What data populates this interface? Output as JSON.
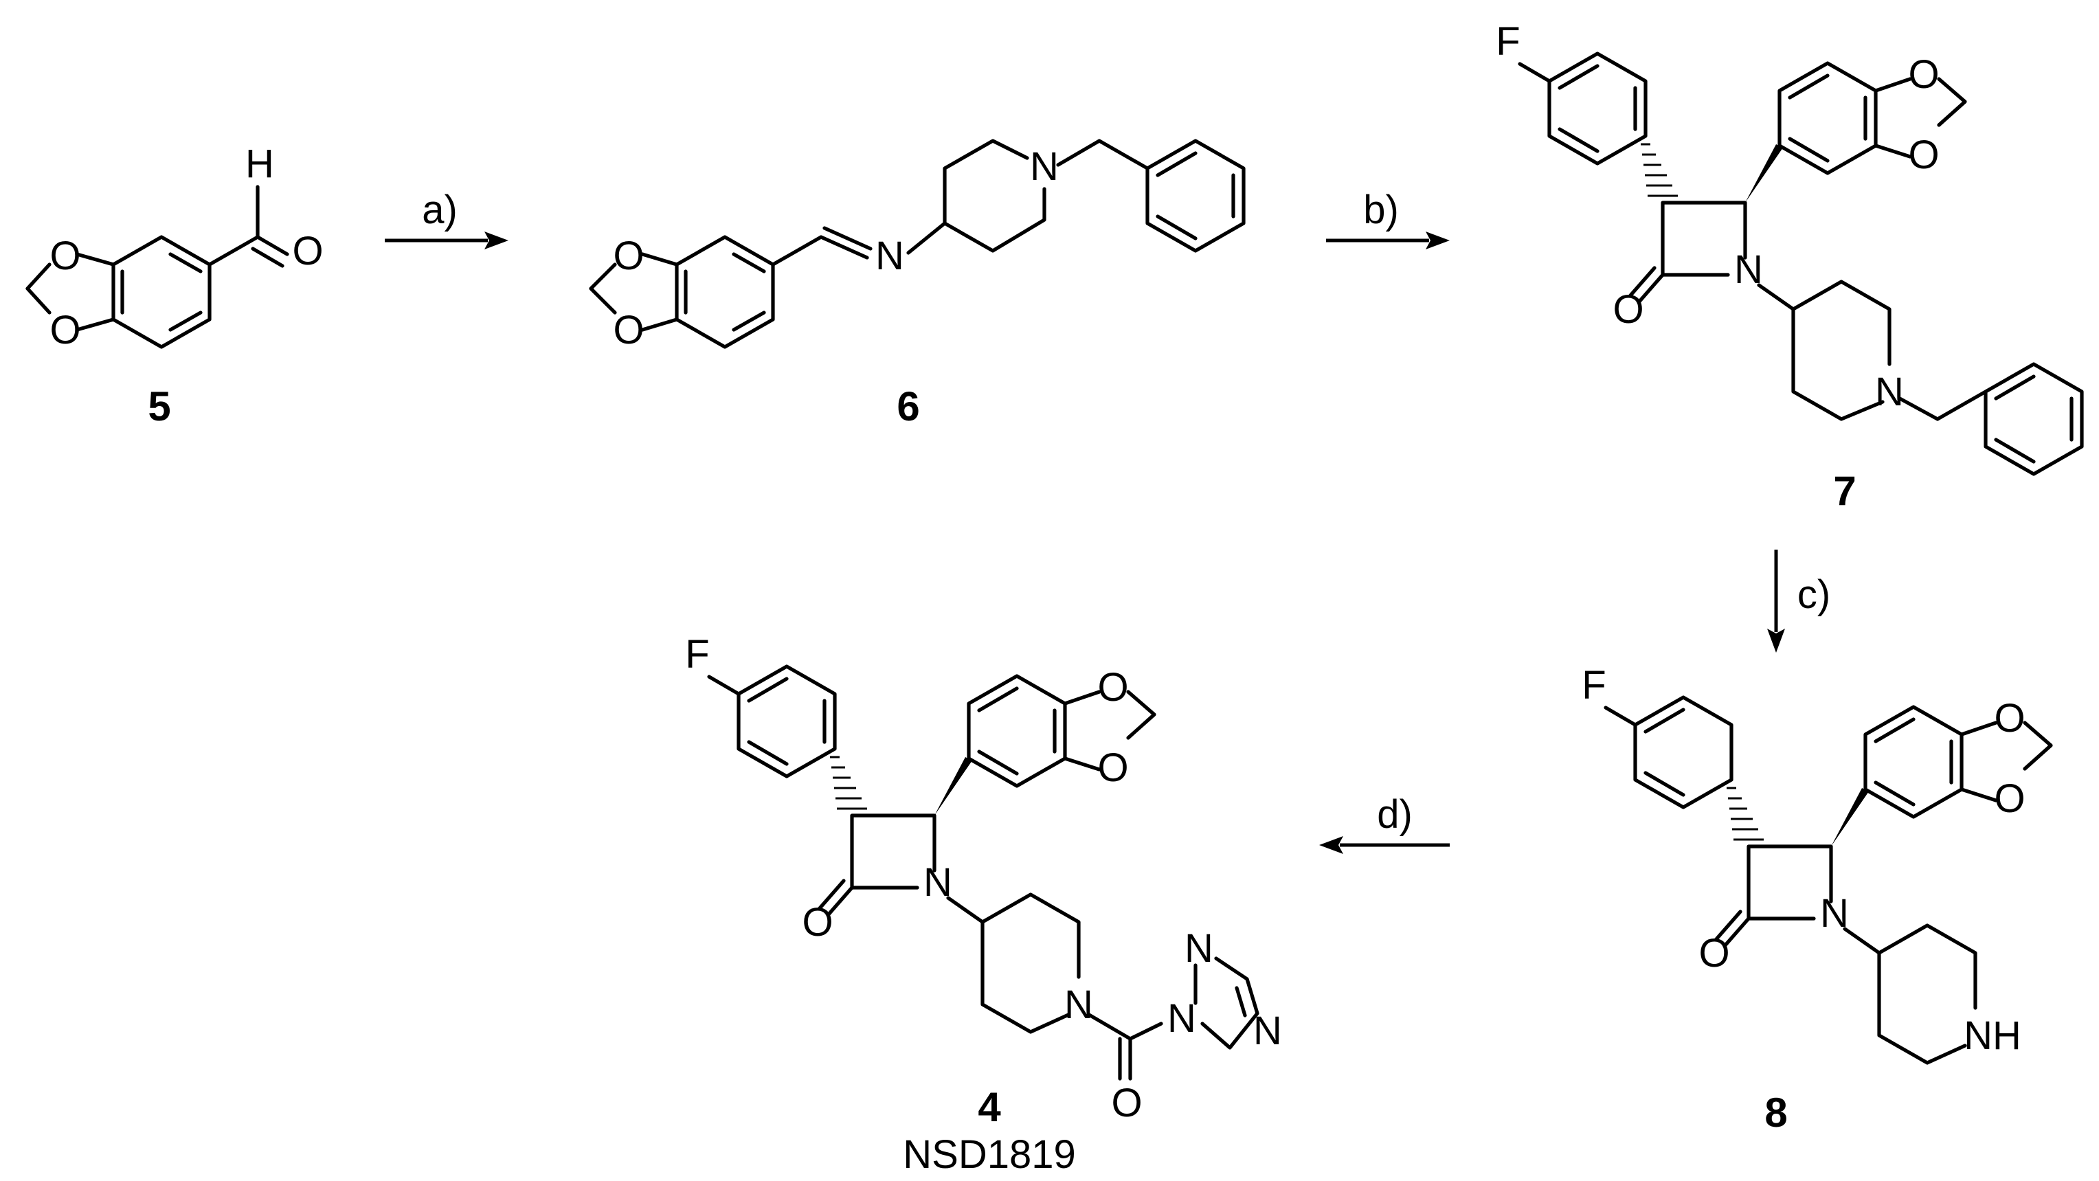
{
  "scheme": {
    "compounds": [
      {
        "id": "5",
        "label": "5"
      },
      {
        "id": "6",
        "label": "6"
      },
      {
        "id": "7",
        "label": "7"
      },
      {
        "id": "8",
        "label": "8"
      },
      {
        "id": "4",
        "label": "4",
        "name": "NSD1819"
      }
    ],
    "reactions": [
      {
        "label": "a)"
      },
      {
        "label": "b)"
      },
      {
        "label": "c)"
      },
      {
        "label": "d)"
      }
    ],
    "atoms": {
      "H": "H",
      "O": "O",
      "N": "N",
      "F": "F",
      "NH": "NH"
    }
  }
}
